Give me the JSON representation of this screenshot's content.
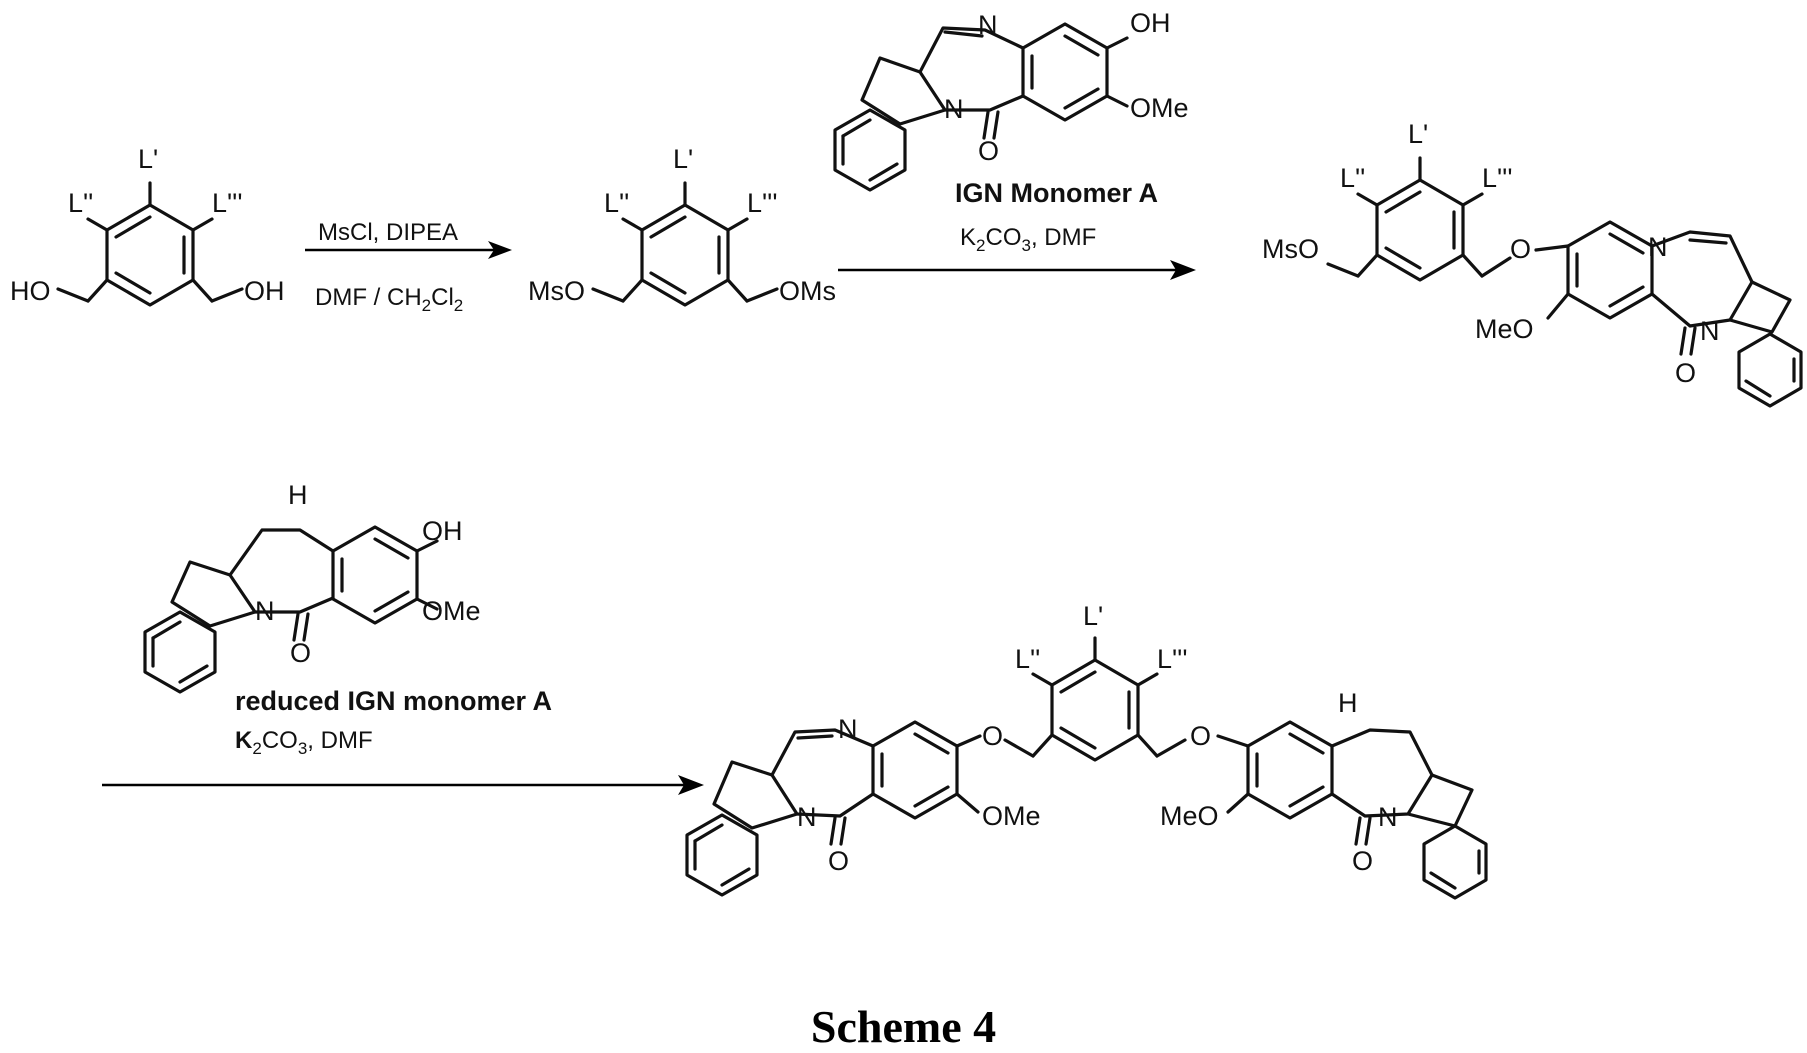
{
  "caption": "Scheme 4",
  "substituents": {
    "l1": "L'",
    "l2": "L''",
    "l3": "L'''"
  },
  "groups": {
    "oh": "OH",
    "ho": "HO",
    "oms": "OMs",
    "mso": "MsO",
    "ome": "OMe",
    "meo": "MeO",
    "n": "N",
    "o": "O",
    "nh": "H"
  },
  "steps": [
    {
      "reagents_line1": "MsCl, DIPEA",
      "reagents_line2": "DMF / CH2Cl2"
    },
    {
      "reagent_name": "IGN Monomer A",
      "conditions": "K2CO3, DMF"
    },
    {
      "reagent_name": "reduced IGN monomer A",
      "conditions": "K2CO3, DMF"
    }
  ]
}
